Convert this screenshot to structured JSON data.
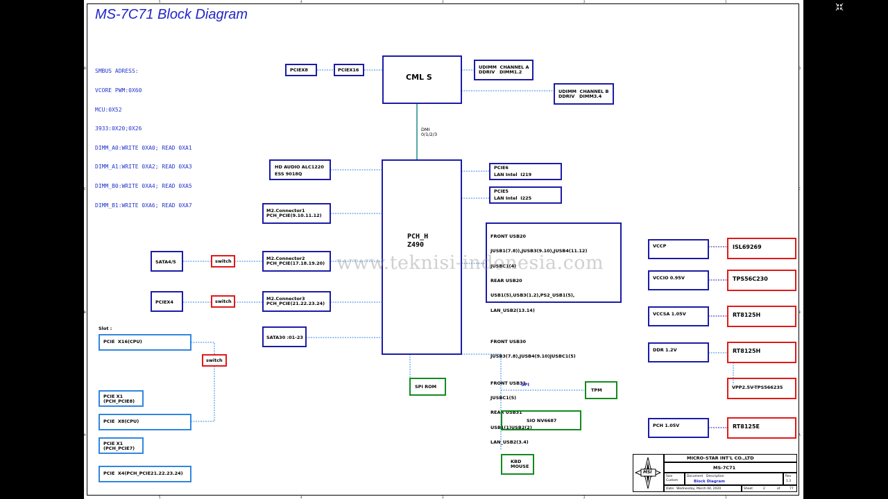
{
  "title": "MS-7C71 Block Diagram",
  "smbus_lines": [
    "SMBUS ADRESS:",
    "VCORE PWM:0X60",
    "MCU:0X52",
    "3933:0X20;0X26",
    "DIMM_A0:WRITE 0XA0; READ 0XA1",
    "DIMM_A1:WRITE 0XA2; READ 0XA3",
    "DIMM_B0:WRITE 0XA4; READ 0XA5",
    "DIMM_B1:WRITE 0XA6; READ 0XA7"
  ],
  "cpu": {
    "label": "CML S",
    "pciex8": "PCIEX8",
    "pciex16": "PCIEX16"
  },
  "dimm": {
    "a_line1": "UDIMM  CHANNEL A",
    "a_line2": "DDRIV   DIMM1.2",
    "b_line1": "UDIMM  CHANNEL B",
    "b_line2": "DDRIV   DIMM3.4"
  },
  "dmi": {
    "line1": "DMI",
    "line2": "0/1/2/3"
  },
  "pch": {
    "line1": "PCH_H",
    "line2": "Z490"
  },
  "left_blocks": {
    "audio_line1": "HD AUDIO ALC1220",
    "audio_line2": "ESS 9018Q",
    "m2c1_line1": "M2.Connector1",
    "m2c1_line2": "PCH_PCIE(9.10.11.12)",
    "m2c2_line1": "M2.Connector2",
    "m2c2_line2": "PCH_PCIE(17.18.19.20)",
    "m2c3_line1": "M2.Connector3",
    "m2c3_line2": "PCH_PCIE(21.22.23.24)",
    "sata30": "SATA30 :01-23",
    "sata45": "SATA4/5",
    "pciex4": "PCIEX4",
    "switch": "switch"
  },
  "right_blocks": {
    "lan1_line1": "PCIE6",
    "lan1_line2": "LAN Intel  I219",
    "lan2_line1": "PCIE5",
    "lan2_line2": "LAN Intel  I225",
    "usb_lines": [
      "FRONT USB20",
      "JUSB1(7.8)),JUSB3(9.10),JUSB4(11.12)",
      "JUSBC1(4)",
      "REAR USB20",
      "USB1(5),USB3(1.2),PS2_USB1(5),",
      "LAN_USB2(13.14)",
      "",
      "FRONT USB30",
      "JUSB3(7.8),JUSB4(9.10)JUSBC1(5)",
      "",
      "FRONT USB31",
      "JUSBC1(5)",
      "REAR USB31",
      "USB1(1)USB2(2)",
      "LAN_USB2(3.4)"
    ]
  },
  "bottom_blocks": {
    "spi_rom": "SPI ROM",
    "spi": "SPI",
    "tpm": "TPM",
    "sio": "SIO NV6687",
    "kbd_line1": "KBD",
    "kbd_line2": "MOUSE"
  },
  "slots": {
    "heading": "Slot :",
    "x16": "PCIE  X16(CPU)",
    "x1a_line1": "PCIE X1",
    "x1a_line2": "(PCH_PCIE8)",
    "x8": "PCIE  X8(CPU)",
    "x1b_line1": "PCIE X1",
    "x1b_line2": "(PCH_PCIE7)",
    "x4": "PCIE  X4(PCH_PCIE21.22.23.24)",
    "switch": "switch"
  },
  "power": [
    {
      "rail": "VCCP",
      "chip": "ISL69269"
    },
    {
      "rail": "VCCIO 0.95V",
      "chip": "TPS56C230"
    },
    {
      "rail": "VCCSA 1.05V",
      "chip": "RT8125H"
    },
    {
      "rail": "DDR 1.2V",
      "chip": "RT8125H"
    },
    {
      "rail": "VPP2.5V-TPS566235",
      "chip": ""
    },
    {
      "rail": "PCH 1.05V",
      "chip": "RT8125E"
    }
  ],
  "title_block": {
    "company": "MICRO-STAR INT'L CO.,LTD",
    "model": "MS-7C71",
    "logo": "MSI",
    "size_label": "Size",
    "size_value": "Custom",
    "doc_label": "Document",
    "desc_label": "Description",
    "doc_title": "Block Diagram",
    "rev_label": "Rev",
    "rev_value": "1.3",
    "date": "Date:  Wednesday, March 04, 2020",
    "sheet_label": "Sheet",
    "sheet_no": "2",
    "of_label": "of",
    "sheet_total": "77"
  },
  "watermark": "www.teknisi-indonesia.com",
  "ruler": {
    "top": [
      "5",
      "4",
      "3",
      "2",
      "1"
    ],
    "side": [
      "D",
      "C",
      "B",
      "A"
    ]
  },
  "colors": {
    "navy": "#1a1aa6",
    "light_blue": "#2f86e0",
    "red": "#e01818",
    "green": "#118a1d",
    "title_blue": "#1f24c9"
  }
}
